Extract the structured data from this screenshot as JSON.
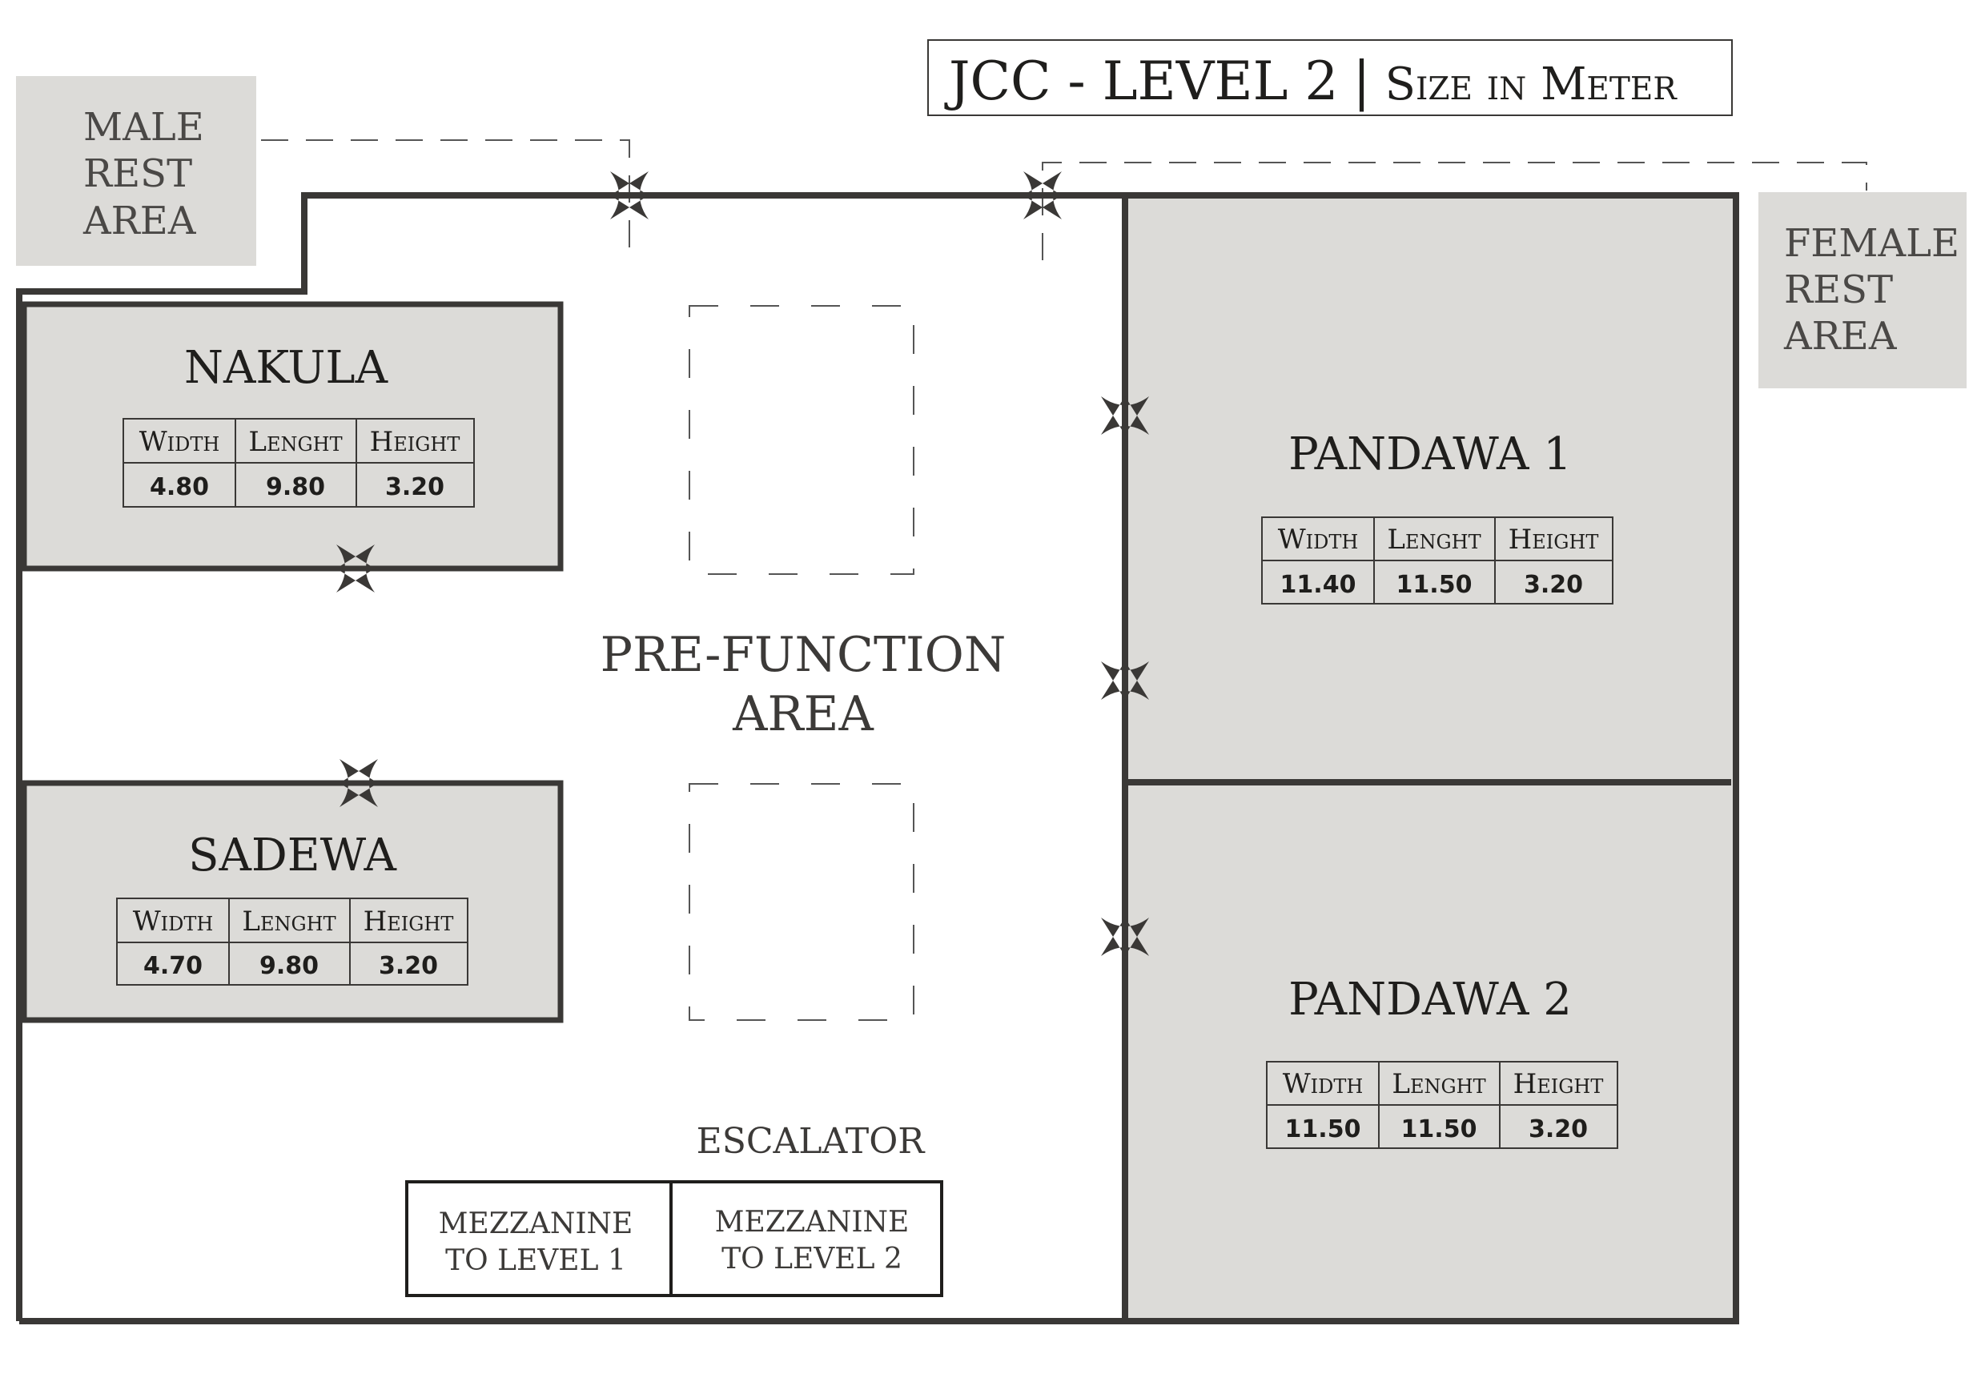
{
  "title": {
    "main": "JCC - LEVEL 2",
    "separator": "|",
    "sub": "Size in Meter"
  },
  "rest_areas": {
    "male": [
      "MALE",
      "REST",
      "AREA"
    ],
    "female": [
      "FEMALE",
      "REST",
      "AREA"
    ]
  },
  "rooms": {
    "nakula": {
      "name": "NAKULA",
      "headers": [
        "Width",
        "Lenght",
        "Height"
      ],
      "values": [
        "4.80",
        "9.80",
        "3.20"
      ]
    },
    "sadewa": {
      "name": "SADEWA",
      "headers": [
        "Width",
        "Lenght",
        "Height"
      ],
      "values": [
        "4.70",
        "9.80",
        "3.20"
      ]
    },
    "pandawa1": {
      "name": "PANDAWA 1",
      "headers": [
        "Width",
        "Lenght",
        "Height"
      ],
      "values": [
        "11.40",
        "11.50",
        "3.20"
      ]
    },
    "pandawa2": {
      "name": "PANDAWA 2",
      "headers": [
        "Width",
        "Lenght",
        "Height"
      ],
      "values": [
        "11.50",
        "11.50",
        "3.20"
      ]
    }
  },
  "prefunction": [
    "PRE-FUNCTION",
    "AREA"
  ],
  "escalator": {
    "label": "ESCALATOR",
    "left": [
      "MEZZANINE",
      "TO LEVEL 1"
    ],
    "right": [
      "MEZZANINE",
      "TO LEVEL 2"
    ]
  },
  "colors": {
    "wall": "#3a3836",
    "room_fill": "#dcdbd8",
    "text": "#2b2a28",
    "background": "#ffffff"
  }
}
